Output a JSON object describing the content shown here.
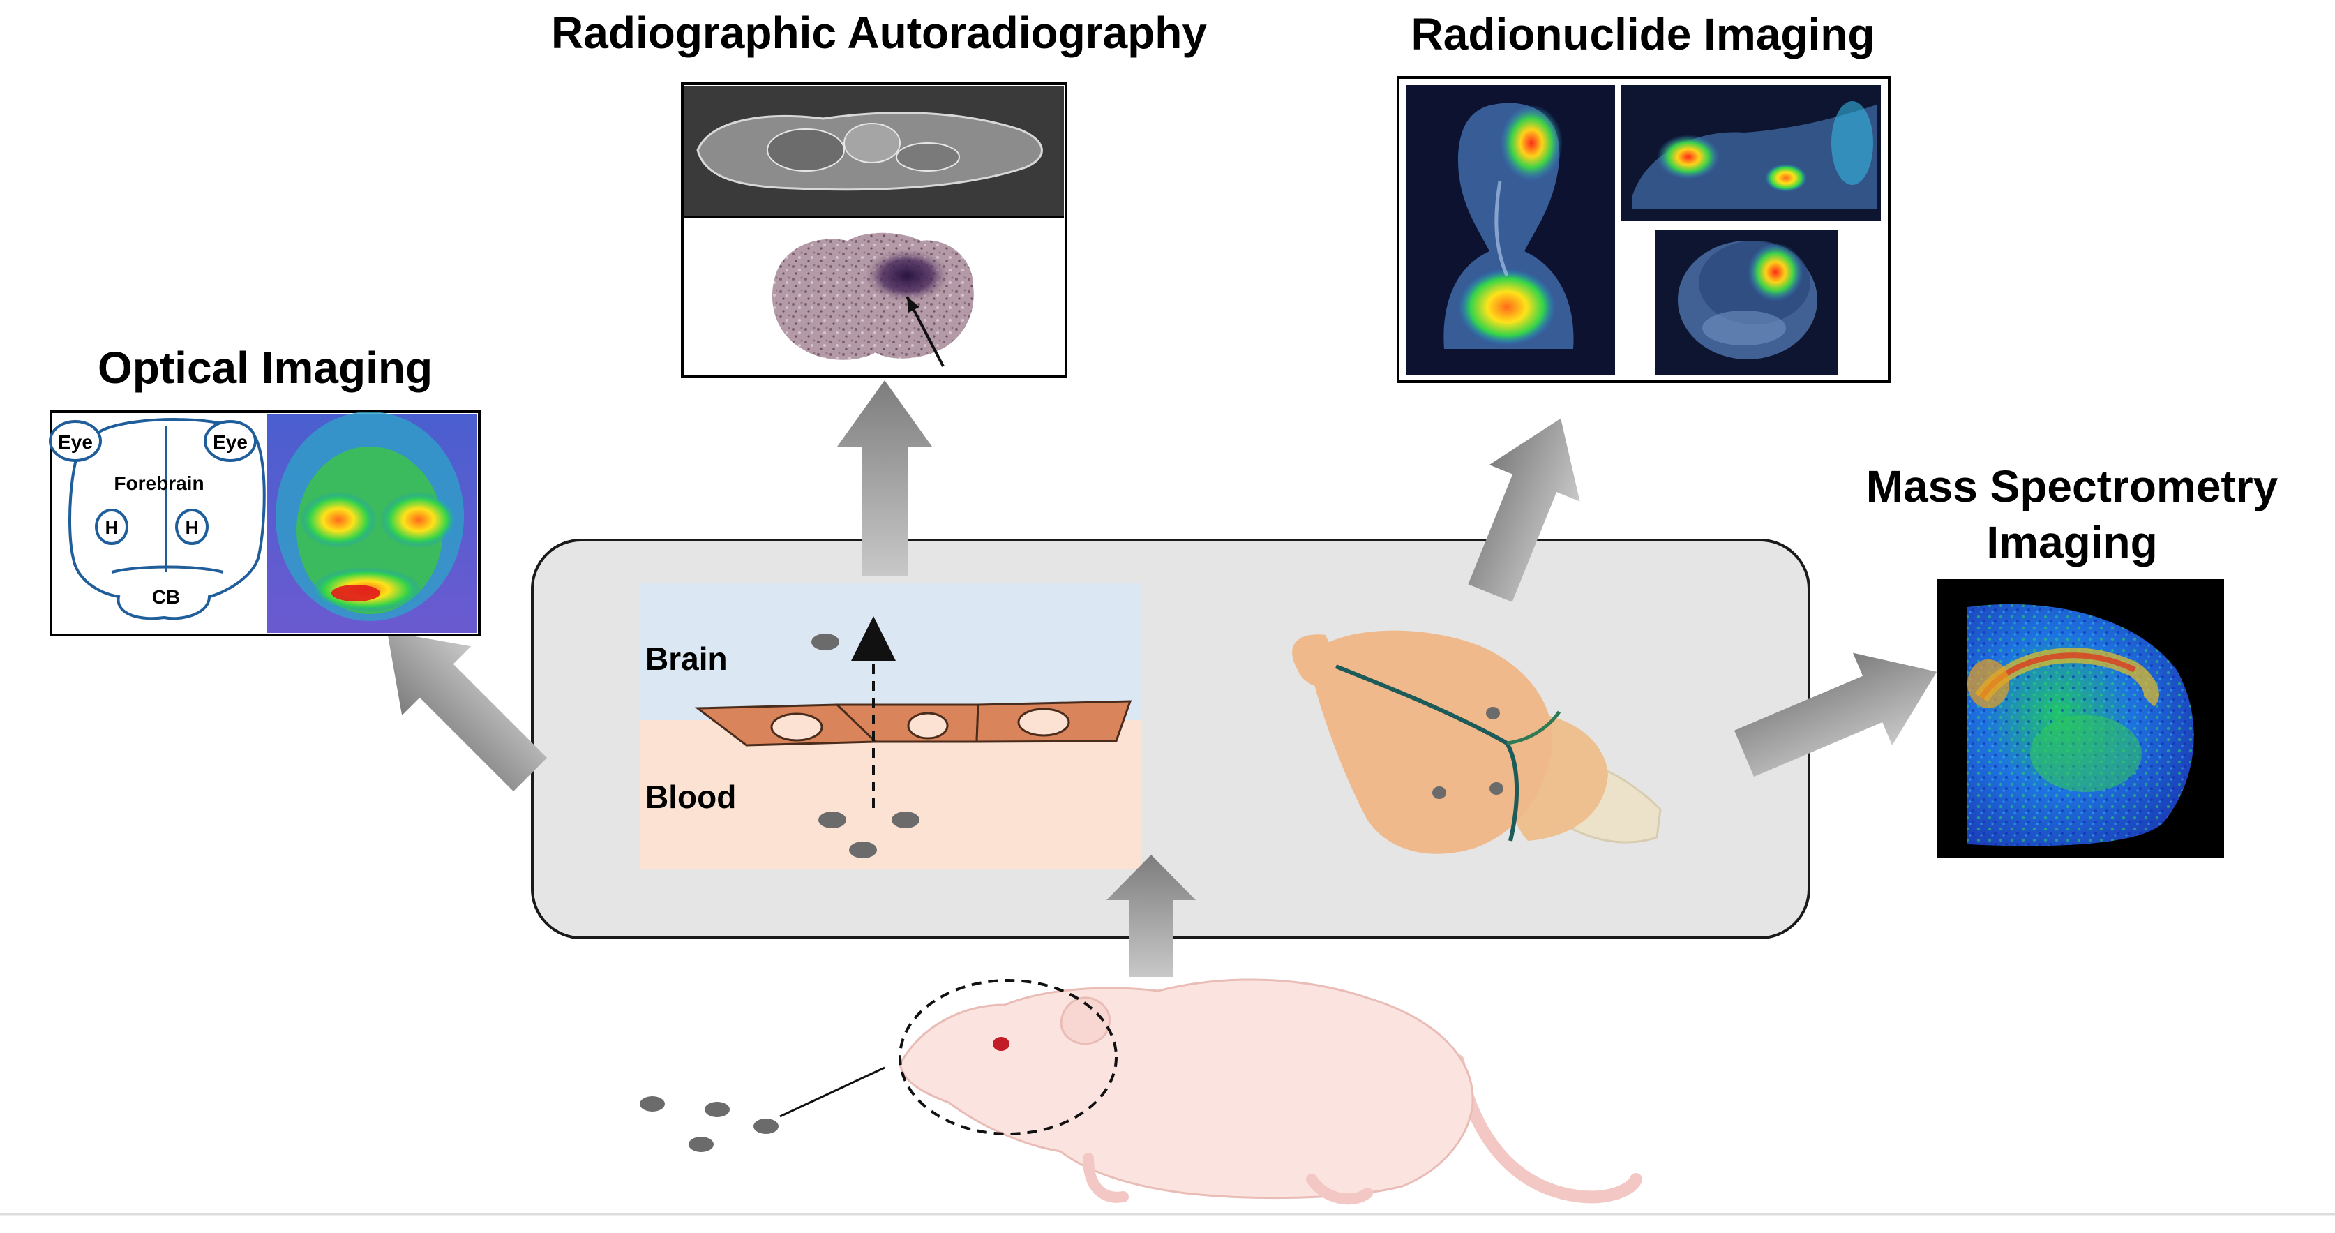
{
  "panels": {
    "optical": {
      "heading": "Optical Imaging",
      "diagram": {
        "eye_left": "Eye",
        "eye_right": "Eye",
        "forebrain": "Forebrain",
        "h_left": "H",
        "h_right": "H",
        "cerebellum": "CB"
      }
    },
    "autoradiography": {
      "heading": "Radiographic Autoradiography"
    },
    "radionuclide": {
      "heading": "Radionuclide Imaging"
    },
    "mass_spec": {
      "heading_line1": "Mass Spectrometry",
      "heading_line2": "Imaging"
    }
  },
  "center": {
    "barrier": {
      "brain_label": "Brain",
      "blood_label": "Blood"
    }
  },
  "colors": {
    "arrow_gray": "#8a8a8a",
    "panel_bg": "#e5e5e5",
    "brain_region": "#dbe8f3",
    "blood_region": "#fbe2d3",
    "endothelial_cell": "#d9845a",
    "mouse_brain": "#efb98b",
    "particle": "#6b6b6b"
  }
}
